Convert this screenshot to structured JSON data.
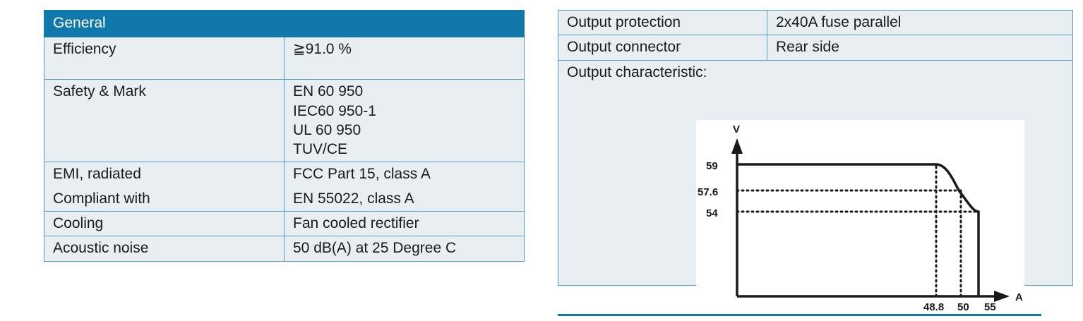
{
  "left_table": {
    "header": "General",
    "rows": [
      {
        "label": "Efficiency",
        "values": [
          "≧91.0 %"
        ]
      },
      {
        "label": "Safety & Mark",
        "values": [
          "EN 60 950",
          "IEC60 950-1",
          "UL 60 950",
          "TUV/CE"
        ]
      },
      {
        "label": "EMI, radiated",
        "values": [
          "FCC Part 15, class A"
        ]
      },
      {
        "label": "Compliant with",
        "values": [
          "EN 55022, class A"
        ]
      },
      {
        "label": "Cooling",
        "values": [
          "Fan cooled rectifier"
        ]
      },
      {
        "label": "Acoustic noise",
        "values": [
          "50 dB(A) at 25 Degree C"
        ]
      }
    ]
  },
  "right_table": {
    "rows": [
      {
        "label": "Output protection",
        "value": "2x40A fuse parallel"
      },
      {
        "label": "Output connector",
        "value": "Rear side"
      }
    ],
    "chart_row_label": "Output characteristic:"
  },
  "chart_data": {
    "type": "line",
    "title": "Output characteristic:",
    "xlabel": "A",
    "ylabel": "V",
    "x_ticks": [
      48.8,
      50,
      55
    ],
    "x_tick_labels": [
      "48.8",
      "50",
      "55"
    ],
    "y_ticks": [
      54,
      57.6,
      59
    ],
    "y_tick_labels": [
      "54",
      "57.6",
      "59"
    ],
    "xlim": [
      0,
      60
    ],
    "ylim": [
      0,
      62
    ],
    "grid": false,
    "legend": null,
    "series": [
      {
        "name": "Output V-I curve",
        "points": [
          {
            "x": 0,
            "y": 59
          },
          {
            "x": 48.8,
            "y": 59
          },
          {
            "x": 50,
            "y": 57.6
          },
          {
            "x": 55,
            "y": 54
          },
          {
            "x": 55,
            "y": 0
          }
        ],
        "style": "solid"
      }
    ],
    "annotations": [
      {
        "type": "h-dashed",
        "y": 57.6,
        "from_x": 0,
        "to_x": 50
      },
      {
        "type": "h-dashed",
        "y": 54,
        "from_x": 0,
        "to_x": 55
      },
      {
        "type": "v-dashed",
        "x": 48.8,
        "from_y": 0,
        "to_y": 59
      },
      {
        "type": "v-dashed",
        "x": 50,
        "from_y": 0,
        "to_y": 57.6
      }
    ]
  },
  "colors": {
    "accent": "#1178ac",
    "cell_background": "#e8eef2",
    "border": "#4e9fc4",
    "text": "#1a1a1a",
    "header_text": "#ffffff",
    "chart_background": "#ffffff",
    "chart_ink": "#1a1a1a"
  }
}
